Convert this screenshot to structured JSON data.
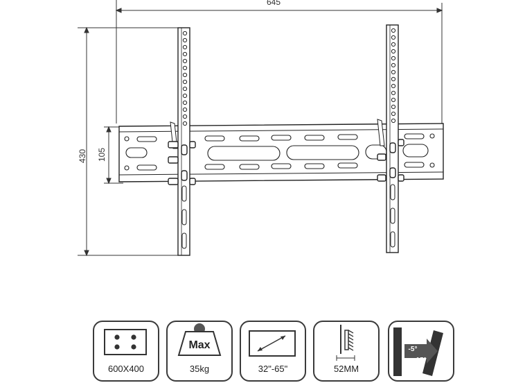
{
  "dimensions": {
    "width_label": "645",
    "height_label": "430",
    "rail_height_label": "105"
  },
  "specs": [
    {
      "id": "vesa",
      "icon": "vesa-pattern-icon",
      "caption": "600X400"
    },
    {
      "id": "load",
      "icon": "weight-icon",
      "icon_text": "Max",
      "caption": "35kg"
    },
    {
      "id": "screen",
      "icon": "screen-size-icon",
      "caption": "32\"-65\""
    },
    {
      "id": "profile",
      "icon": "wall-distance-icon",
      "caption": "52MM"
    },
    {
      "id": "tilt",
      "icon": "tilt-icon",
      "icon_text_a": "-5°",
      "icon_text_b": "15°",
      "caption": ""
    }
  ]
}
